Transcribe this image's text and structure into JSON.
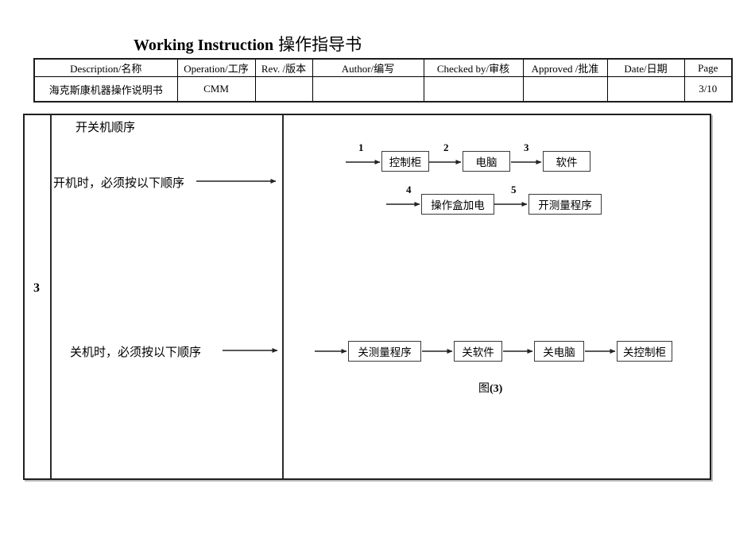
{
  "title": {
    "en": "Working Instruction",
    "zh": "操作指导书"
  },
  "header_table": {
    "columns": [
      "Description/名称",
      "Operation/工序",
      "Rev. /版本",
      "Author/编写",
      "Checked by/审核",
      "Approved /批准",
      "Date/日期",
      "Page"
    ],
    "row": [
      "海克斯康机器操作说明书",
      "CMM",
      "",
      "",
      "",
      "",
      "",
      "3/10"
    ]
  },
  "section": {
    "index": "3",
    "heading": "开关机顺序",
    "power_on_label": "开机时，必须按以下顺序",
    "power_off_label": "关机时，必须按以下顺序"
  },
  "flowchart": {
    "power_on_row1": [
      {
        "num": "1",
        "label": "控制柜"
      },
      {
        "num": "2",
        "label": "电脑"
      },
      {
        "num": "3",
        "label": "软件"
      }
    ],
    "power_on_row2": [
      {
        "num": "4",
        "label": "操作盒加电"
      },
      {
        "num": "5",
        "label": "开测量程序"
      }
    ],
    "power_off": [
      {
        "label": "关测量程序"
      },
      {
        "label": "关软件"
      },
      {
        "label": "关电脑"
      },
      {
        "label": "关控制柜"
      }
    ],
    "caption_prefix": "图",
    "caption_number": "(3)"
  }
}
